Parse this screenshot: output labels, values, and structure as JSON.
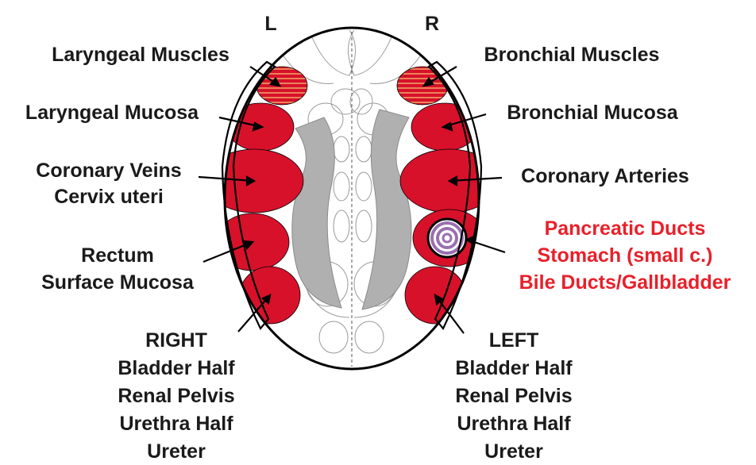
{
  "colors": {
    "tissue_red": "#d8112b",
    "organ_gray": "#b0b0b0",
    "label_black": "#1a1a1a",
    "label_red": "#e8202a",
    "outline": "#000000",
    "faint_outline": "#9a9a9a",
    "target_purple": "#9a6fb0"
  },
  "side_markers": {
    "left": "L",
    "right": "R"
  },
  "left_labels": {
    "laryngeal_muscles": "Laryngeal Muscles",
    "laryngeal_mucosa": "Laryngeal Mucosa",
    "coronary_veins": "Coronary Veins",
    "cervix_uteri": "Cervix uteri",
    "rectum": "Rectum",
    "surface_mucosa": "Surface Mucosa",
    "bladder_group": [
      "RIGHT",
      "Bladder Half",
      "Renal Pelvis",
      "Urethra Half",
      "Ureter"
    ]
  },
  "right_labels": {
    "bronchial_muscles": "Bronchial Muscles",
    "bronchial_mucosa": "Bronchial Mucosa",
    "coronary_arteries": "Coronary Arteries",
    "bladder_group": [
      "LEFT",
      "Bladder Half",
      "Renal Pelvis",
      "Urethra Half",
      "Ureter"
    ]
  },
  "highlighted_labels": [
    "Pancreatic Ducts",
    "Stomach (small c.)",
    "Bile Ducts/Gallbladder"
  ]
}
